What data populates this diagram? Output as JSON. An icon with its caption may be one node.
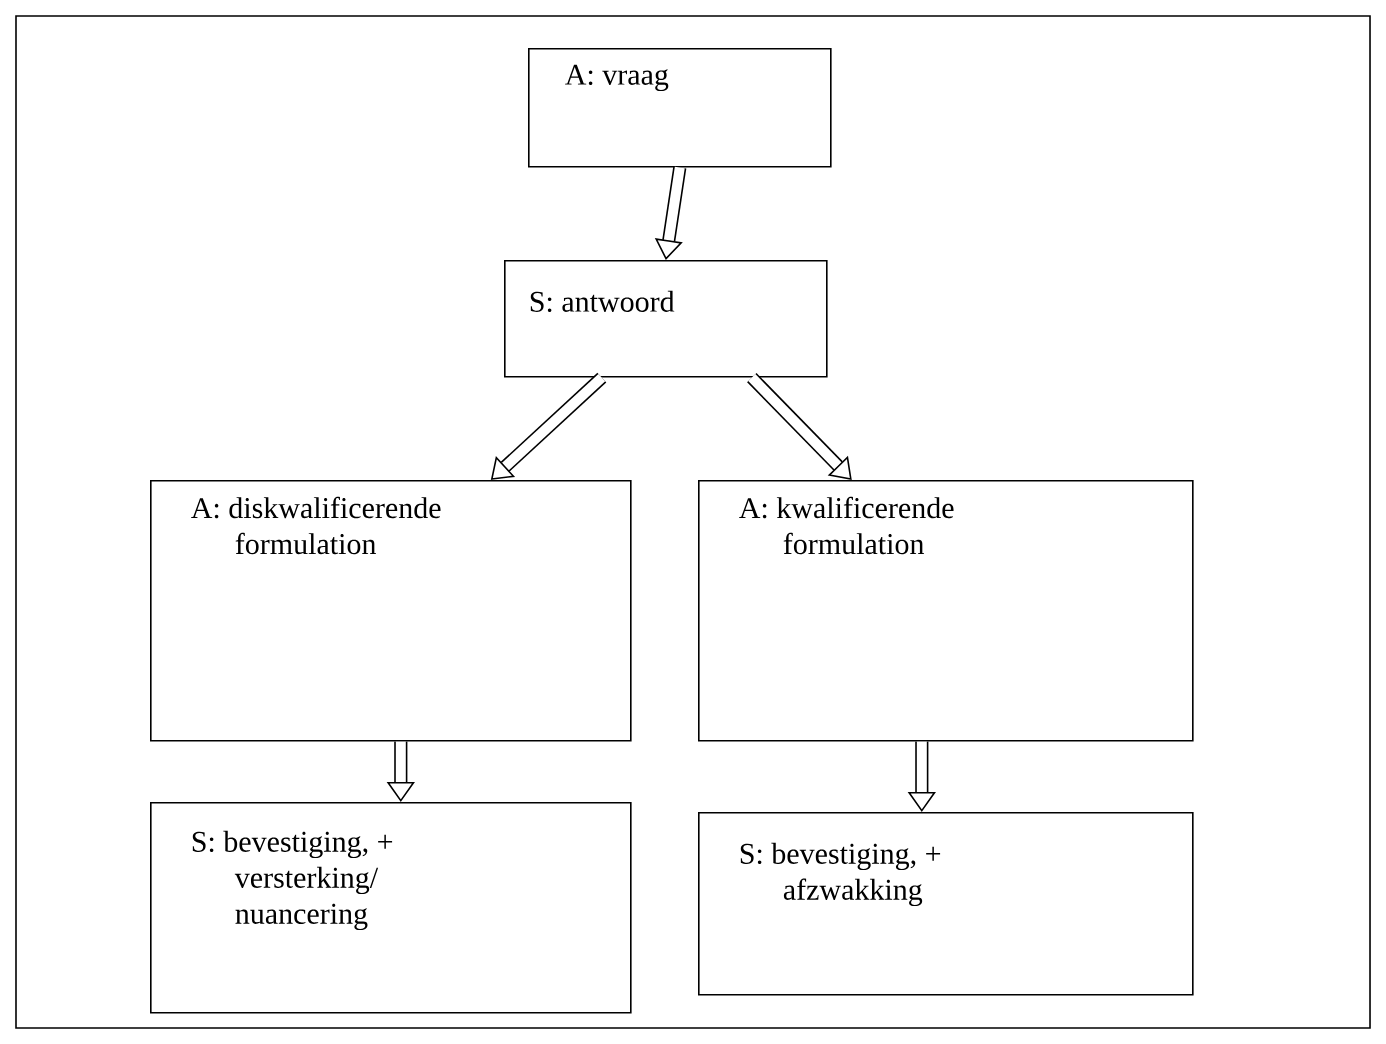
{
  "diagram": {
    "nodes": [
      {
        "text": [
          "A: vraag"
        ]
      },
      {
        "text": [
          "S: antwoord"
        ]
      },
      {
        "text": [
          "A: diskwalificerende formulation"
        ]
      },
      {
        "text": [
          "A: kwalificerende formulation"
        ]
      },
      {
        "text": [
          "S: bevestiging, + versterking/ nuancering"
        ]
      },
      {
        "text": [
          "S: bevestiging, + afzwakking"
        ]
      }
    ],
    "edges": [
      {
        "from": 0,
        "to": 1,
        "arrow": "to"
      },
      {
        "from": 1,
        "to": 2,
        "arrow": "to"
      },
      {
        "from": 1,
        "to": 3,
        "arrow": "to"
      },
      {
        "from": 2,
        "to": 4,
        "arrow": "to"
      },
      {
        "from": 3,
        "to": 5,
        "arrow": "to"
      }
    ]
  }
}
